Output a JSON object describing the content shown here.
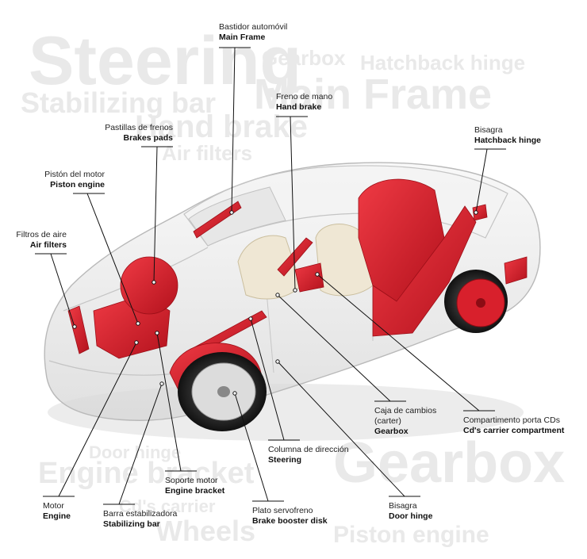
{
  "watermark_words": [
    "Steering",
    "Gearbox",
    "Hatchback hinge",
    "Main Frame",
    "Stabilizing bar",
    "Hand brake",
    "Air filters",
    "Door hinge",
    "Engine bracket",
    "Gearbox",
    "Cd's carrier",
    "Wheels",
    "Piston engine"
  ],
  "callouts": [
    {
      "es": "Bastidor automóvil",
      "en": "Main Frame"
    },
    {
      "es": "Freno de mano",
      "en": "Hand brake"
    },
    {
      "es": "Pastillas de frenos",
      "en": "Brakes pads"
    },
    {
      "es": "Bisagra",
      "en": "Hatchback hinge"
    },
    {
      "es": "Pistón del motor",
      "en": "Piston engine"
    },
    {
      "es": "Filtros de aire",
      "en": "Air filters"
    },
    {
      "es": "Caja de cambios",
      "es2": "(carter)",
      "en": "Gearbox"
    },
    {
      "es": "Compartimento porta CDs",
      "en": "Cd's carrier compartment"
    },
    {
      "es": "Columna de dirección",
      "en": "Steering"
    },
    {
      "es": "Soporte motor",
      "en": "Engine bracket"
    },
    {
      "es": "Motor",
      "en": "Engine"
    },
    {
      "es": "Barra estabilizadora",
      "en": "Stabilizing bar"
    },
    {
      "es": "Plato servofreno",
      "en": "Brake booster disk"
    },
    {
      "es": "Bisagra",
      "en": "Door hinge"
    }
  ],
  "colors": {
    "accent_red": "#d8202c",
    "glass": "#dcdcdc",
    "watermark": "#e9e9e9",
    "line": "#111111"
  }
}
